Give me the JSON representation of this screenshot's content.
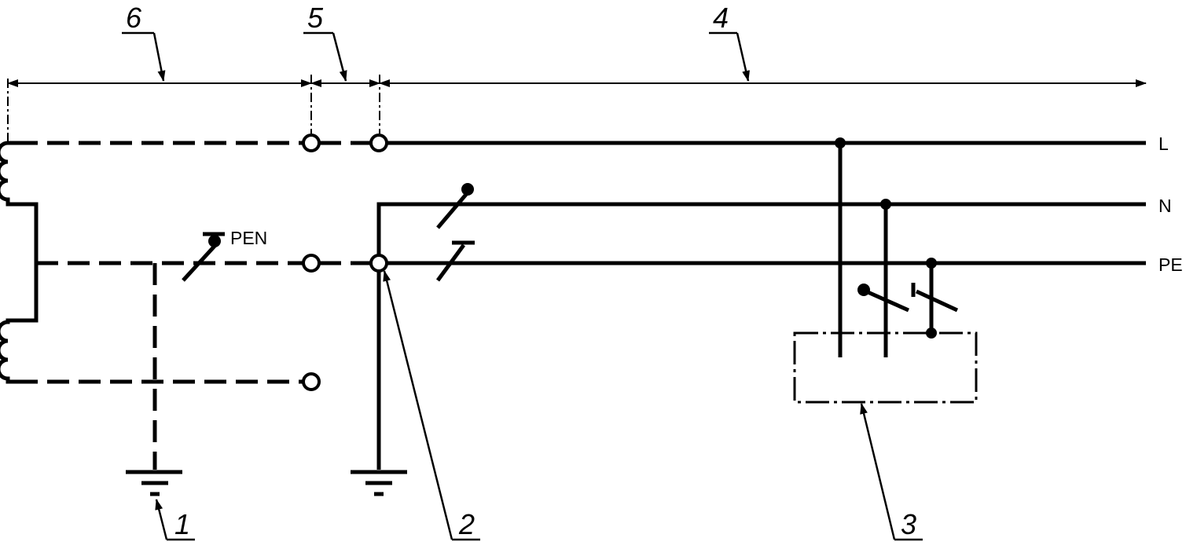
{
  "conductors": {
    "line": "L",
    "neutral": "N",
    "protective_earth": "PE",
    "pen": "PEN"
  },
  "callouts": {
    "c1": "1",
    "c2": "2",
    "c3": "3",
    "c4": "4",
    "c5": "5",
    "c6": "6"
  }
}
